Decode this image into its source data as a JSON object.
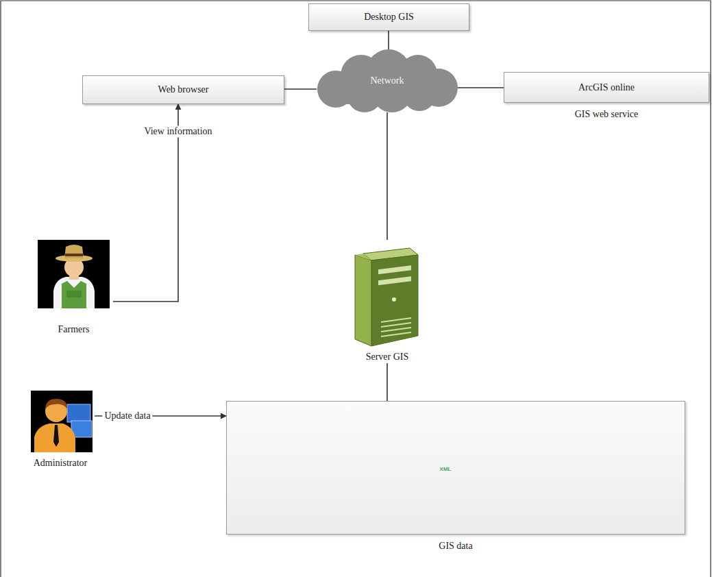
{
  "diagram": {
    "nodes": [
      {
        "text": [
          "Desktop GIS"
        ]
      },
      {
        "text": [
          "Web browser"
        ]
      },
      {
        "text": [
          "Network"
        ]
      },
      {
        "text": [
          "ArcGIS online",
          "GIS web service"
        ]
      },
      {
        "text": [
          "Farmers"
        ]
      },
      {
        "text": [
          "Server GIS"
        ]
      },
      {
        "text": [
          "Administrator"
        ]
      },
      {
        "text": [
          "GIS data"
        ]
      }
    ],
    "edges": [
      {
        "from": 0,
        "to": 2,
        "arrow": "none"
      },
      {
        "from": 1,
        "to": 2,
        "arrow": "none"
      },
      {
        "from": 2,
        "to": 3,
        "arrow": "none"
      },
      {
        "from": 2,
        "to": 5,
        "arrow": "none"
      },
      {
        "from": 5,
        "to": 7,
        "arrow": "none"
      },
      {
        "from": 4,
        "to": 1,
        "label": "View information",
        "arrow": "to"
      },
      {
        "from": 6,
        "to": 7,
        "label": "Update data",
        "arrow": "to"
      }
    ],
    "labels": [
      "XML"
    ]
  }
}
